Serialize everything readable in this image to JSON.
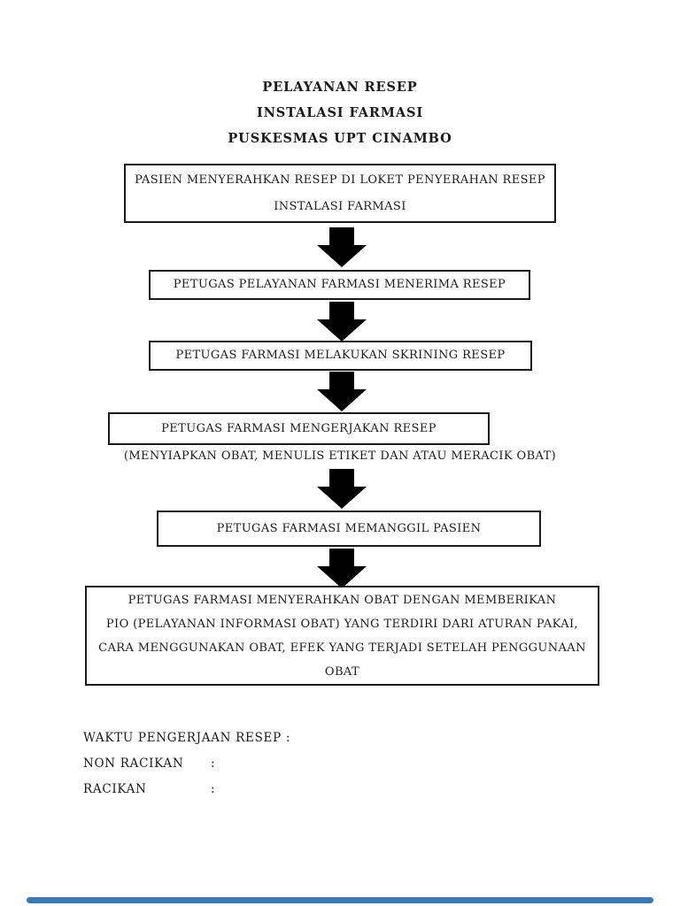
{
  "document": {
    "title": {
      "line1": "PELAYANAN RESEP",
      "line2": "INSTALASI FARMASI",
      "line3": "PUSKESMAS UPT CINAMBO"
    },
    "flowchart": {
      "step1": {
        "line1": "PASIEN MENYERAHKAN RESEP DI LOKET PENYERAHAN RESEP",
        "line2": "INSTALASI FARMASI"
      },
      "step2": {
        "line1": "PETUGAS PELAYANAN FARMASI MENERIMA RESEP"
      },
      "step3": {
        "line1": "PETUGAS FARMASI MELAKUKAN SKRINING RESEP"
      },
      "step4": {
        "line1": "PETUGAS FARMASI MENGERJAKAN RESEP",
        "note": "(MENYIAPKAN OBAT, MENULIS ETIKET DAN ATAU MERACIK OBAT)"
      },
      "step5": {
        "line1": "PETUGAS FARMASI MEMANGGIL PASIEN"
      },
      "step6": {
        "line1": "PETUGAS FARMASI MENYERAHKAN OBAT DENGAN MEMBERIKAN",
        "line2": "PIO (PELAYANAN INFORMASI OBAT) YANG TERDIRI DARI ATURAN PAKAI,",
        "line3": "CARA MENGGUNAKAN OBAT, EFEK YANG TERJADI SETELAH PENGGUNAAN",
        "line4": "OBAT"
      }
    },
    "footer": {
      "line1_label": "WAKTU PENGERJAAN RESEP",
      "line1_colon": ":",
      "line2_label": "NON RACIKAN",
      "line2_colon": ":",
      "line3_label": "RACIKAN",
      "line3_colon": ":"
    },
    "colors": {
      "text": "#1b1b1b",
      "box_border": "#1a1a1a",
      "arrow": "#000000",
      "progress_bar": "#3c79b8"
    }
  }
}
